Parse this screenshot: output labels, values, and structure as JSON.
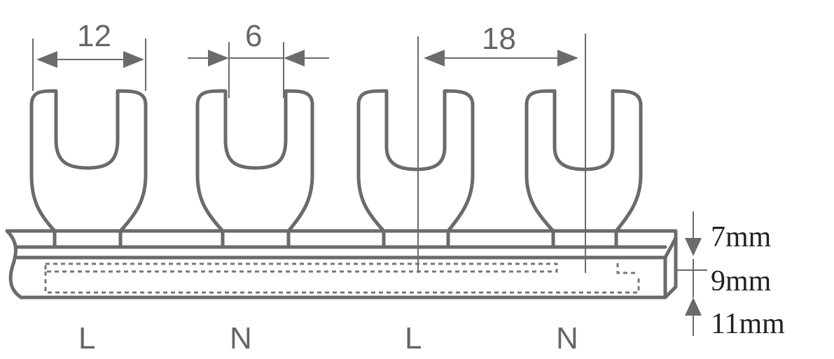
{
  "dimensions": {
    "top_left": "12",
    "top_mid": "6",
    "top_right": "18",
    "side_top": "7mm",
    "side_mid": "9mm",
    "side_bottom": "11mm"
  },
  "phase_labels": [
    "L",
    "N",
    "L",
    "N"
  ],
  "colors": {
    "stroke": "#6b6b6b",
    "text": "#666666",
    "side_text": "#222222"
  }
}
